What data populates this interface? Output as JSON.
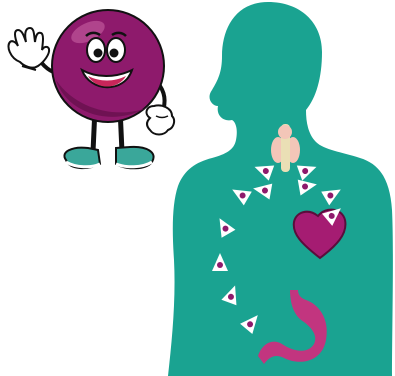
{
  "colors": {
    "body": "#1aa391",
    "mascot": "#8e1a6c",
    "mascot_shade": "#6f1253",
    "mascot_highlight": "#b0448c",
    "heart": "#a51c72",
    "heart_edge": "#5a0d3c",
    "stomach": "#c2357f",
    "thyroid": "#f3c6b8",
    "thyroid_center": "#eadfb5",
    "marker_bg": "#ffffff",
    "marker_dot": "#8e1a6c",
    "shoe": "#3aa79a",
    "mouth": "#c8265a"
  },
  "mascot": {
    "name": "purple-ball-mascot",
    "pose": "waving",
    "expression": "smiling"
  },
  "body_figure": {
    "organs": [
      "thyroid-icon",
      "heart-icon",
      "stomach-icon"
    ],
    "path_marker_count": 11,
    "path_marker_shape": "white-triangle-with-purple-dot"
  }
}
